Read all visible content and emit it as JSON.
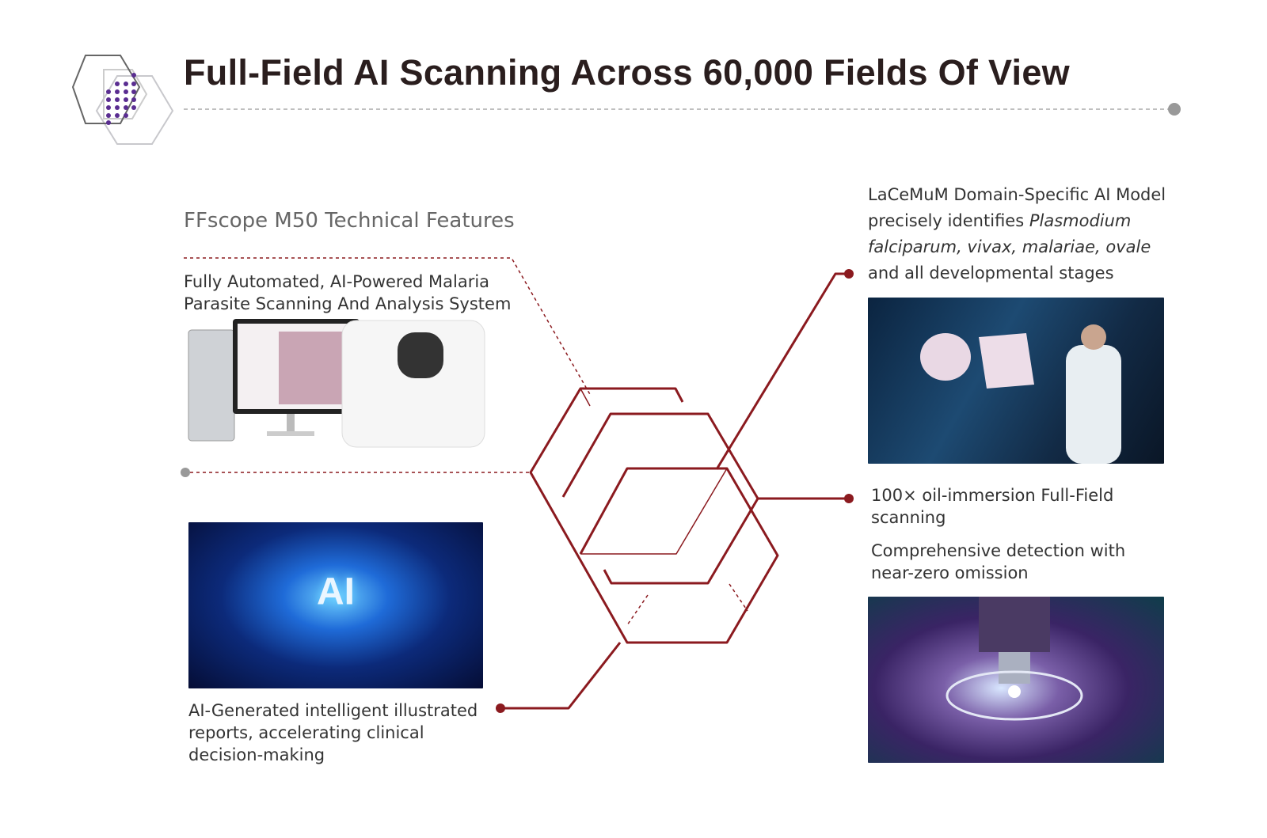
{
  "header": {
    "title": "Full-Field AI Scanning Across 60,000 Fields Of View",
    "logo_icon": "hexagon-dots-logo"
  },
  "left": {
    "subtitle": "FFscope M50 Technical Features",
    "feature1": [
      "Fully Automated, AI-Powered Malaria",
      "Parasite Scanning And Analysis System"
    ],
    "feature2": [
      "AI-Generated intelligent illustrated",
      "reports, accelerating clinical",
      "decision-making"
    ],
    "ai_image_text": "AI"
  },
  "right": {
    "model_line1": "LaCeMuM Domain-Specific AI Model",
    "model_line2a": "precisely identifies ",
    "model_line2b": "Plasmodium",
    "model_line3": "falciparum, vivax, malariae, ovale",
    "model_line4": "and all developmental stages",
    "scan": [
      "100× oil-immersion Full-Field",
      "scanning"
    ],
    "detect": [
      "Comprehensive detection with",
      "near-zero omission"
    ]
  },
  "colors": {
    "accent": "#8b1a1f",
    "gray": "#999999",
    "purple": "#5a2d91"
  }
}
